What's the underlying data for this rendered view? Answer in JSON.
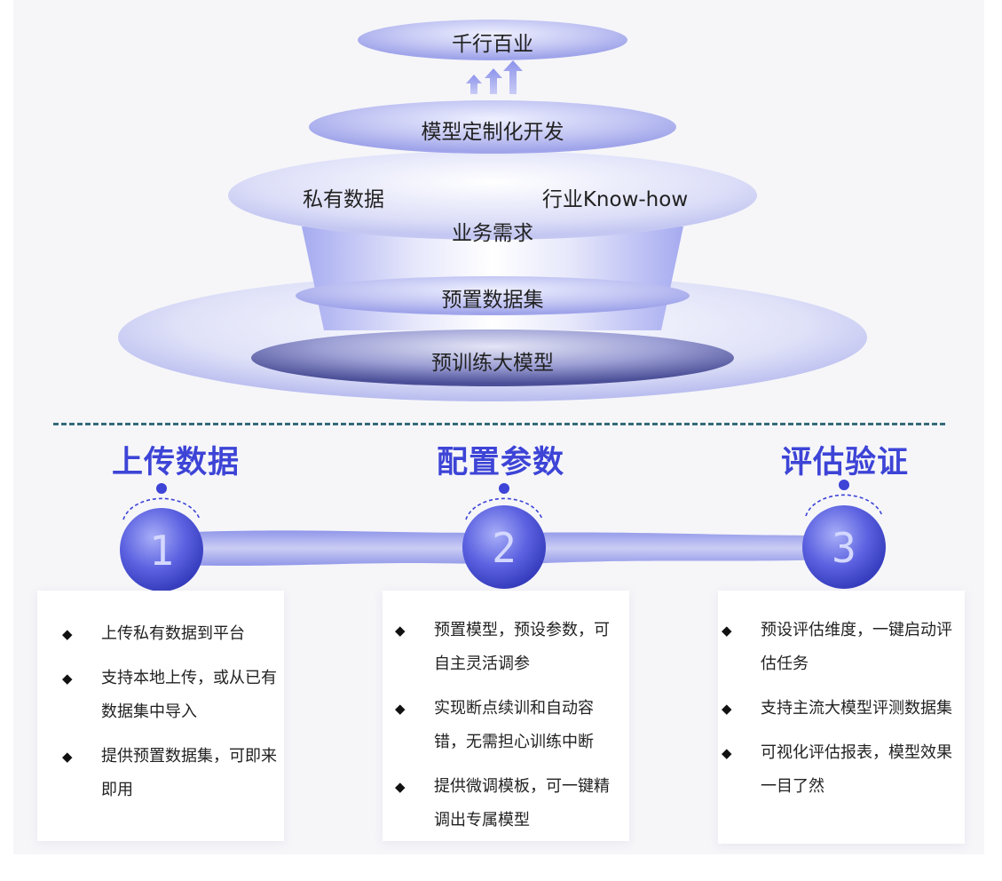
{
  "pyramid": {
    "top": "千行百业",
    "level2": "模型定制化开发",
    "level3_left": "私有数据",
    "level3_right": "行业Know-how",
    "level3_center": "业务需求",
    "level4": "预置数据集",
    "base": "预训练大模型"
  },
  "steps": [
    {
      "title": "上传数据",
      "number": "1",
      "items": [
        "上传私有数据到平台",
        "支持本地上传，或从已有数据集中导入",
        "提供预置数据集，可即来即用"
      ]
    },
    {
      "title": "配置参数",
      "number": "2",
      "items": [
        "预置模型，预设参数，可自主灵活调参",
        "实现断点续训和自动容错，无需担心训练中断",
        "提供微调模板，可一键精调出专属模型"
      ]
    },
    {
      "title": "评估验证",
      "number": "3",
      "items": [
        "预设评估维度，一键启动评估任务",
        "支持主流大模型评测数据集",
        "可视化评估报表，模型效果一目了然"
      ]
    }
  ],
  "bullet_glyph": "◆",
  "colors": {
    "accent": "#3d44d6",
    "divider": "#356b7a",
    "ellipse": "#b9bdf3",
    "base_dark": "#4b4f97"
  }
}
